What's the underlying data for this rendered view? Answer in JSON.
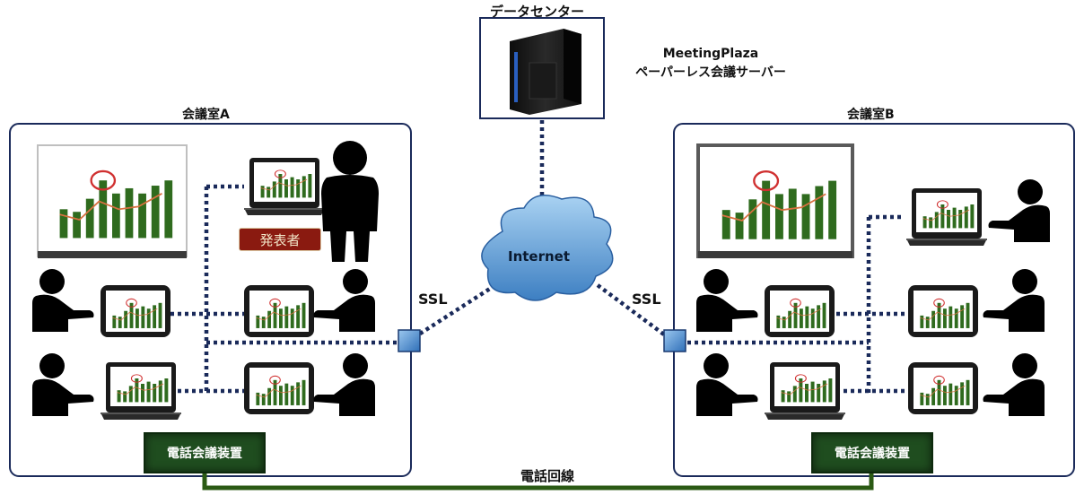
{
  "datacenter": {
    "title": "データセンター",
    "server_label_line1": "MeetingPlaza",
    "server_label_line2": "ペーパーレス会議サーバー"
  },
  "room_a": {
    "title": "会議室A",
    "presenter_badge": "発表者",
    "phone_device": "電話会議装置"
  },
  "room_b": {
    "title": "会議室B",
    "phone_device": "電話会議装置"
  },
  "network": {
    "cloud_label": "Internet",
    "ssl_left": "SSL",
    "ssl_right": "SSL",
    "phone_line": "電話回線"
  },
  "colors": {
    "room_border": "#1a2a5a",
    "network_line": "#1a2a5a",
    "phone_line": "#2b5a14",
    "bars": "#2f6b1e"
  }
}
